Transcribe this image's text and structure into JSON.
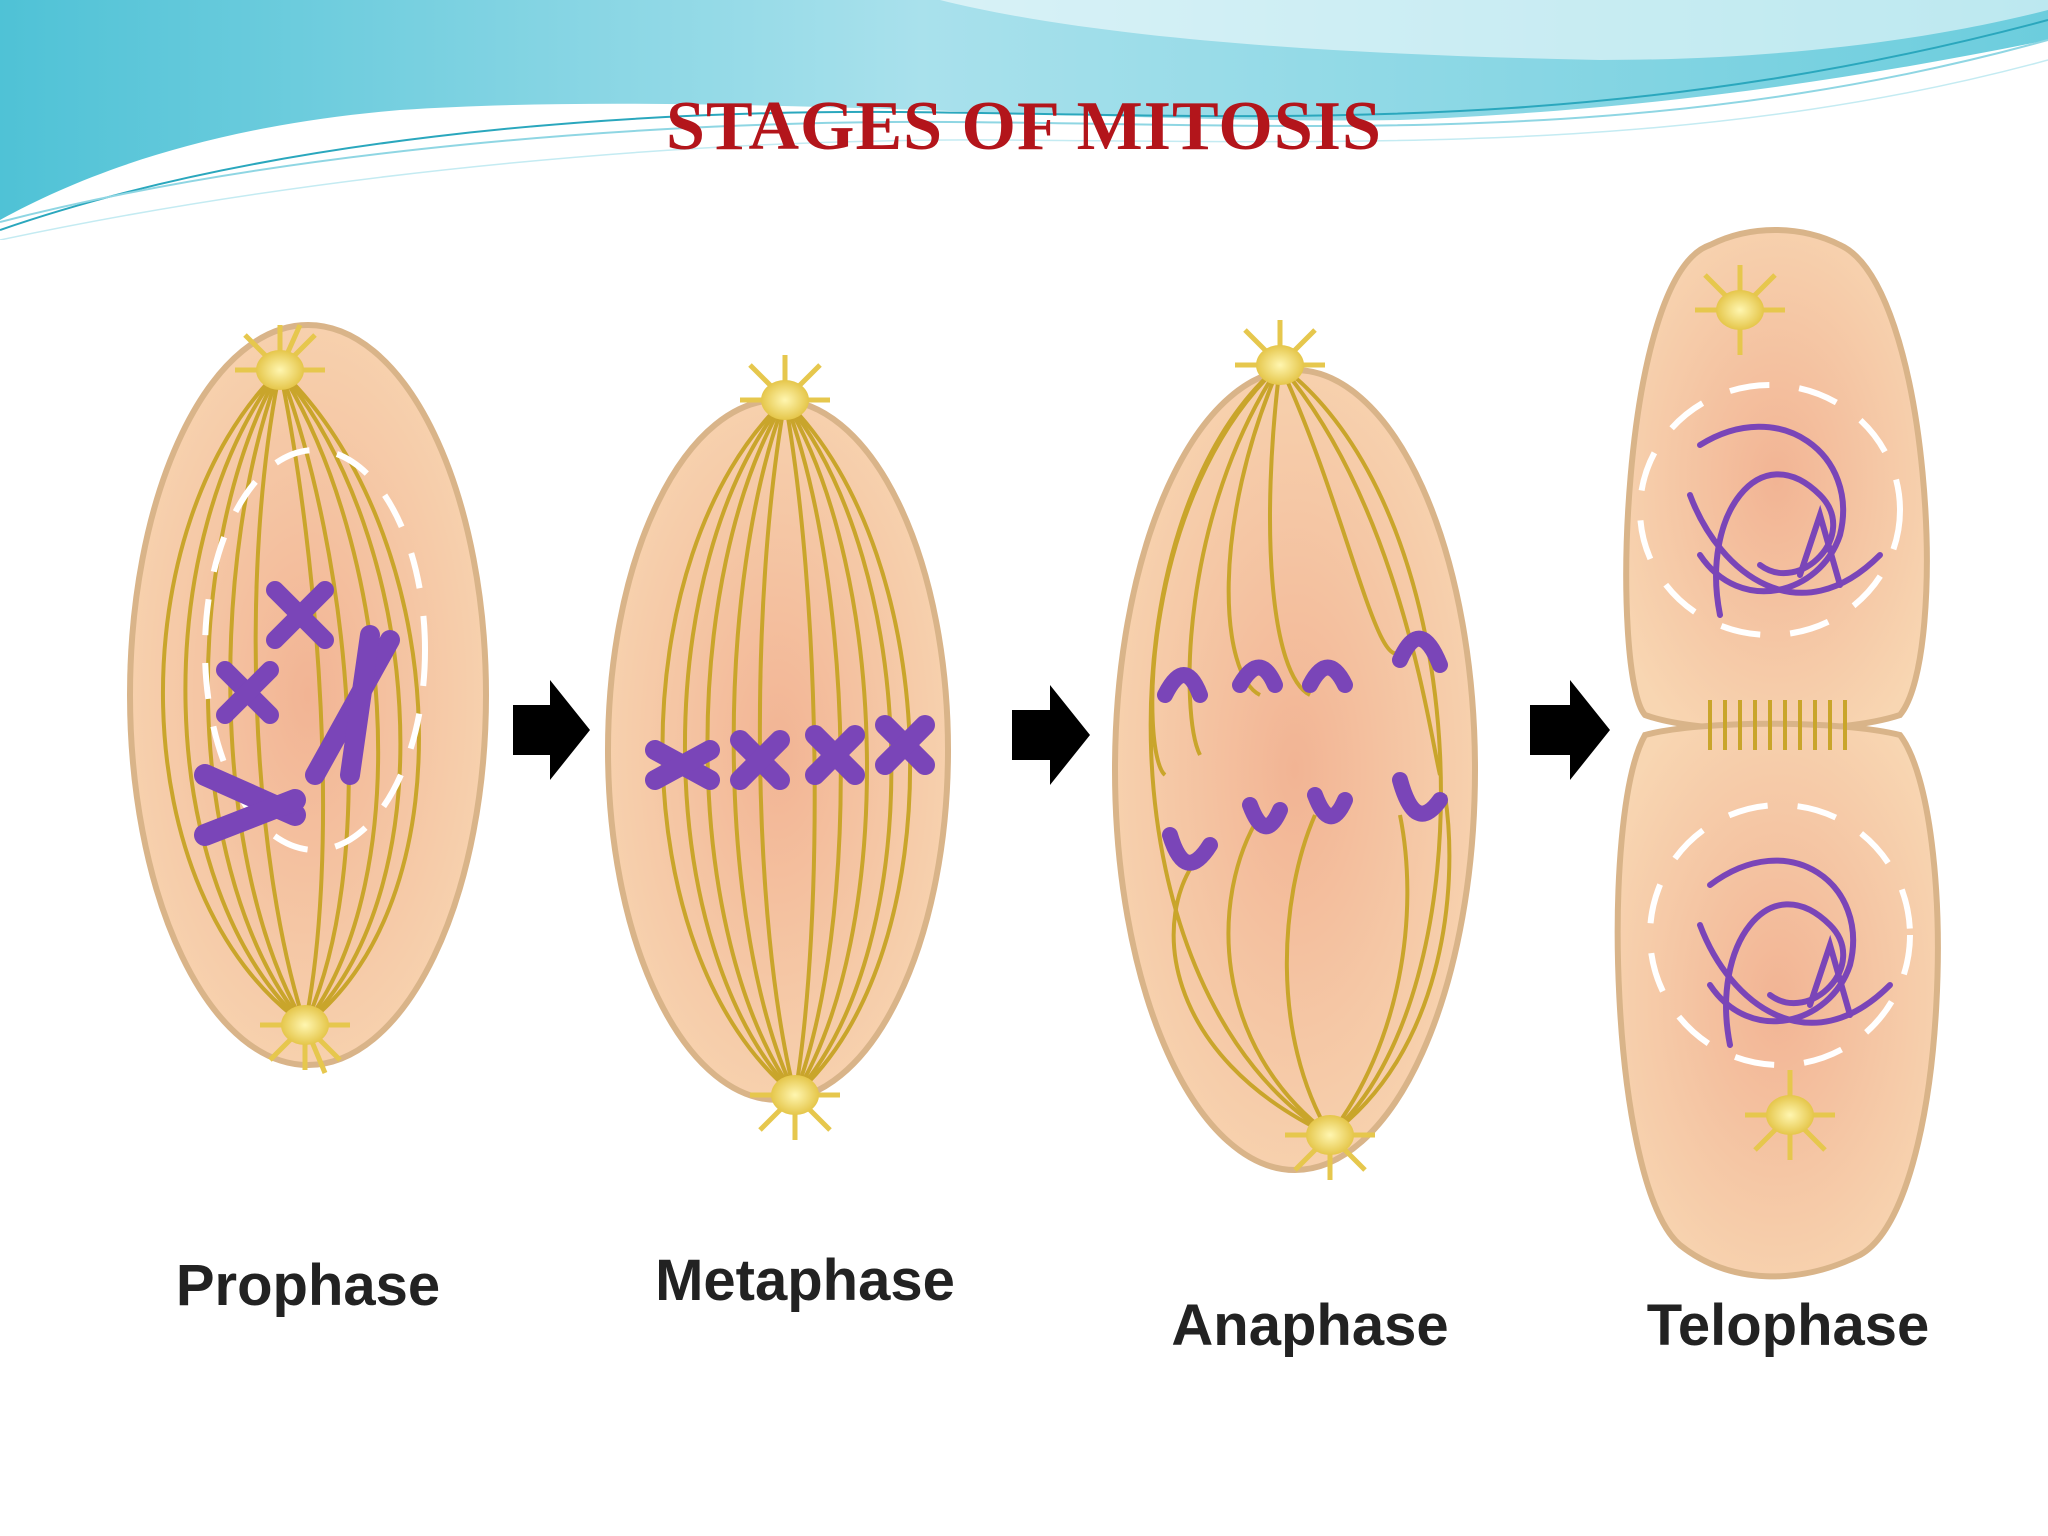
{
  "slide": {
    "title": "STAGES OF MITOSIS",
    "title_color": "#b3151b"
  },
  "stages": [
    {
      "label": "Prophase"
    },
    {
      "label": "Metaphase"
    },
    {
      "label": "Anaphase"
    },
    {
      "label": "Telophase"
    }
  ],
  "colors": {
    "cell_fill": "#f6cfa6",
    "cell_outline": "#d9b489",
    "spindle": "#c9a52b",
    "centrosome": "#f5e16a",
    "chromosome": "#7a45b8",
    "nuclear_envelope": "#ffffff",
    "arrow": "#000000",
    "wave_dark": "#57c6d8",
    "wave_light": "#bfe9f0"
  },
  "icons": {
    "arrow": "right-arrow-icon"
  }
}
